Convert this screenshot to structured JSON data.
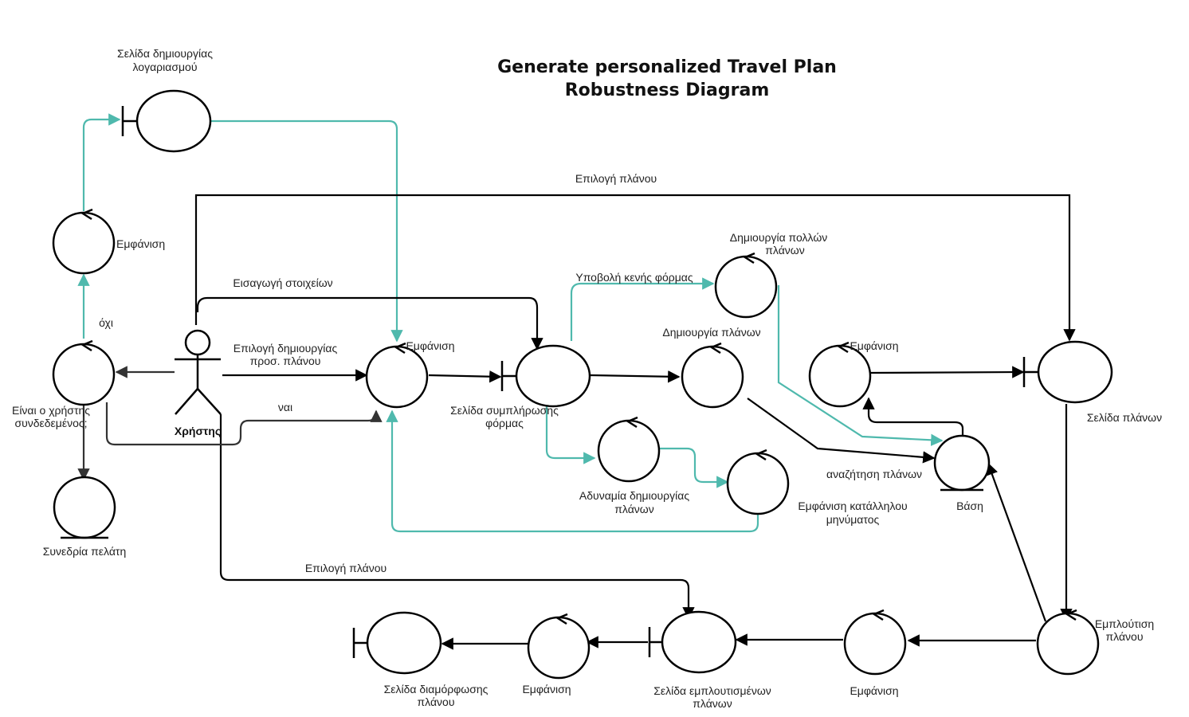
{
  "title": {
    "line1": "Generate personalized Travel Plan",
    "line2": "Robustness Diagram"
  },
  "actor": {
    "label": "Χρήστης"
  },
  "nodes": {
    "account_page": {
      "type": "boundary",
      "label1": "Σελίδα δημιουργίας",
      "label2": "λογαριασμού"
    },
    "show_account": {
      "type": "control",
      "label1": "Εμφάνιση"
    },
    "is_logged": {
      "type": "control",
      "label1": "Είναι ο χρήστης",
      "label2": "συνδεδεμένος;"
    },
    "session": {
      "type": "entity",
      "label1": "Συνεδρία πελάτη"
    },
    "show_form": {
      "type": "control",
      "label1": "Εμφάνιση"
    },
    "form_page": {
      "type": "boundary",
      "label1": "Σελίδα συμπλήρωσης",
      "label2": "φόρμας"
    },
    "multi_plans": {
      "type": "control",
      "label1": "Δημιουργία πολλών",
      "label2": "πλάνων"
    },
    "create_plans": {
      "type": "control",
      "label1": "Δημιουργία πλάνων"
    },
    "cannot_create": {
      "type": "control",
      "label1": "Αδυναμία δημιουργίας",
      "label2": "πλάνων"
    },
    "show_message": {
      "type": "control",
      "label1": "Εμφάνιση κατάλληλου",
      "label2": "μηνύματος"
    },
    "show_plans": {
      "type": "control",
      "label1": "Εμφάνιση"
    },
    "database": {
      "type": "entity",
      "label1": "Βάση"
    },
    "plans_page": {
      "type": "boundary",
      "label1": "Σελίδα πλάνων"
    },
    "enrich": {
      "type": "control",
      "label1": "Εμπλούτιση",
      "label2": "πλάνου"
    },
    "show_enriched": {
      "type": "control",
      "label1": "Εμφάνιση"
    },
    "enriched_page": {
      "type": "boundary",
      "label1": "Σελίδα εμπλουτισμένων",
      "label2": "πλάνων"
    },
    "show_config": {
      "type": "control",
      "label1": "Εμφάνιση"
    },
    "config_page": {
      "type": "boundary",
      "label1": "Σελίδα διαμόρφωσης",
      "label2": "πλάνου"
    }
  },
  "edges": {
    "select_plan_top": "Επιλογή πλάνου",
    "input_data": "Εισαγωγή στοιχείων",
    "select_create_1": "Επιλογή δημιουργίας",
    "select_create_2": "προσ. πλάνου",
    "no": "όχι",
    "yes": "ναι",
    "empty_form": "Υποβολή κενής φόρμας",
    "search_plans": "αναζήτηση πλάνων",
    "select_plan_bottom": "Επιλογή πλάνου"
  },
  "colors": {
    "alt_flow": "#4fb9ad",
    "main_flow": "#000000"
  }
}
